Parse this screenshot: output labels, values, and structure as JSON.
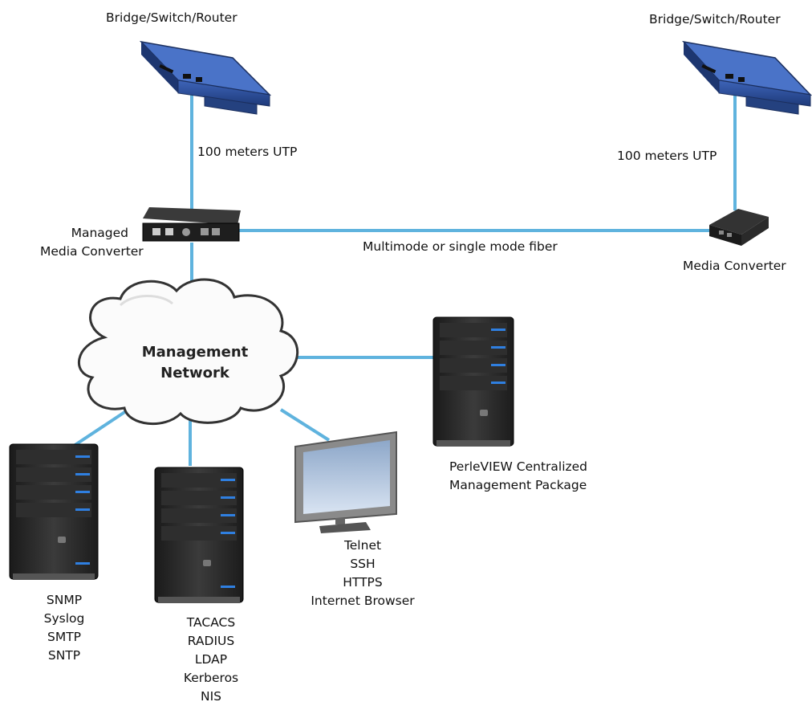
{
  "colors": {
    "link": "#5fb3de",
    "device_blue": "#2d4f9c",
    "server_dark": "#2a2a2a",
    "server_led": "#2f7fe0"
  },
  "devices": {
    "router_left": {
      "label": "Bridge/Switch/Router",
      "icon": "router-icon"
    },
    "router_right": {
      "label": "Bridge/Switch/Router",
      "icon": "router-icon"
    },
    "managed_converter": {
      "label_line1": "Managed",
      "label_line2": "Media Converter",
      "icon": "media-converter-icon"
    },
    "media_converter": {
      "label": "Media Converter",
      "icon": "media-converter-icon"
    },
    "cloud": {
      "line1": "Management",
      "line2": "Network",
      "icon": "cloud-icon"
    },
    "perleview": {
      "line1": "PerleVIEW Centralized",
      "line2": "Management Package",
      "icon": "server-icon"
    },
    "server_left": {
      "lines": [
        "SNMP",
        "Syslog",
        "SMTP",
        "SNTP"
      ],
      "icon": "server-icon"
    },
    "server_mid": {
      "lines": [
        "TACACS",
        "RADIUS",
        "LDAP",
        "Kerberos",
        "NIS"
      ],
      "icon": "server-icon"
    },
    "monitor": {
      "lines": [
        "Telnet",
        "SSH",
        "HTTPS",
        "Internet Browser"
      ],
      "icon": "monitor-icon"
    }
  },
  "links": {
    "utp_left": "100 meters UTP",
    "utp_right": "100 meters UTP",
    "fiber": "Multimode or single mode fiber"
  }
}
